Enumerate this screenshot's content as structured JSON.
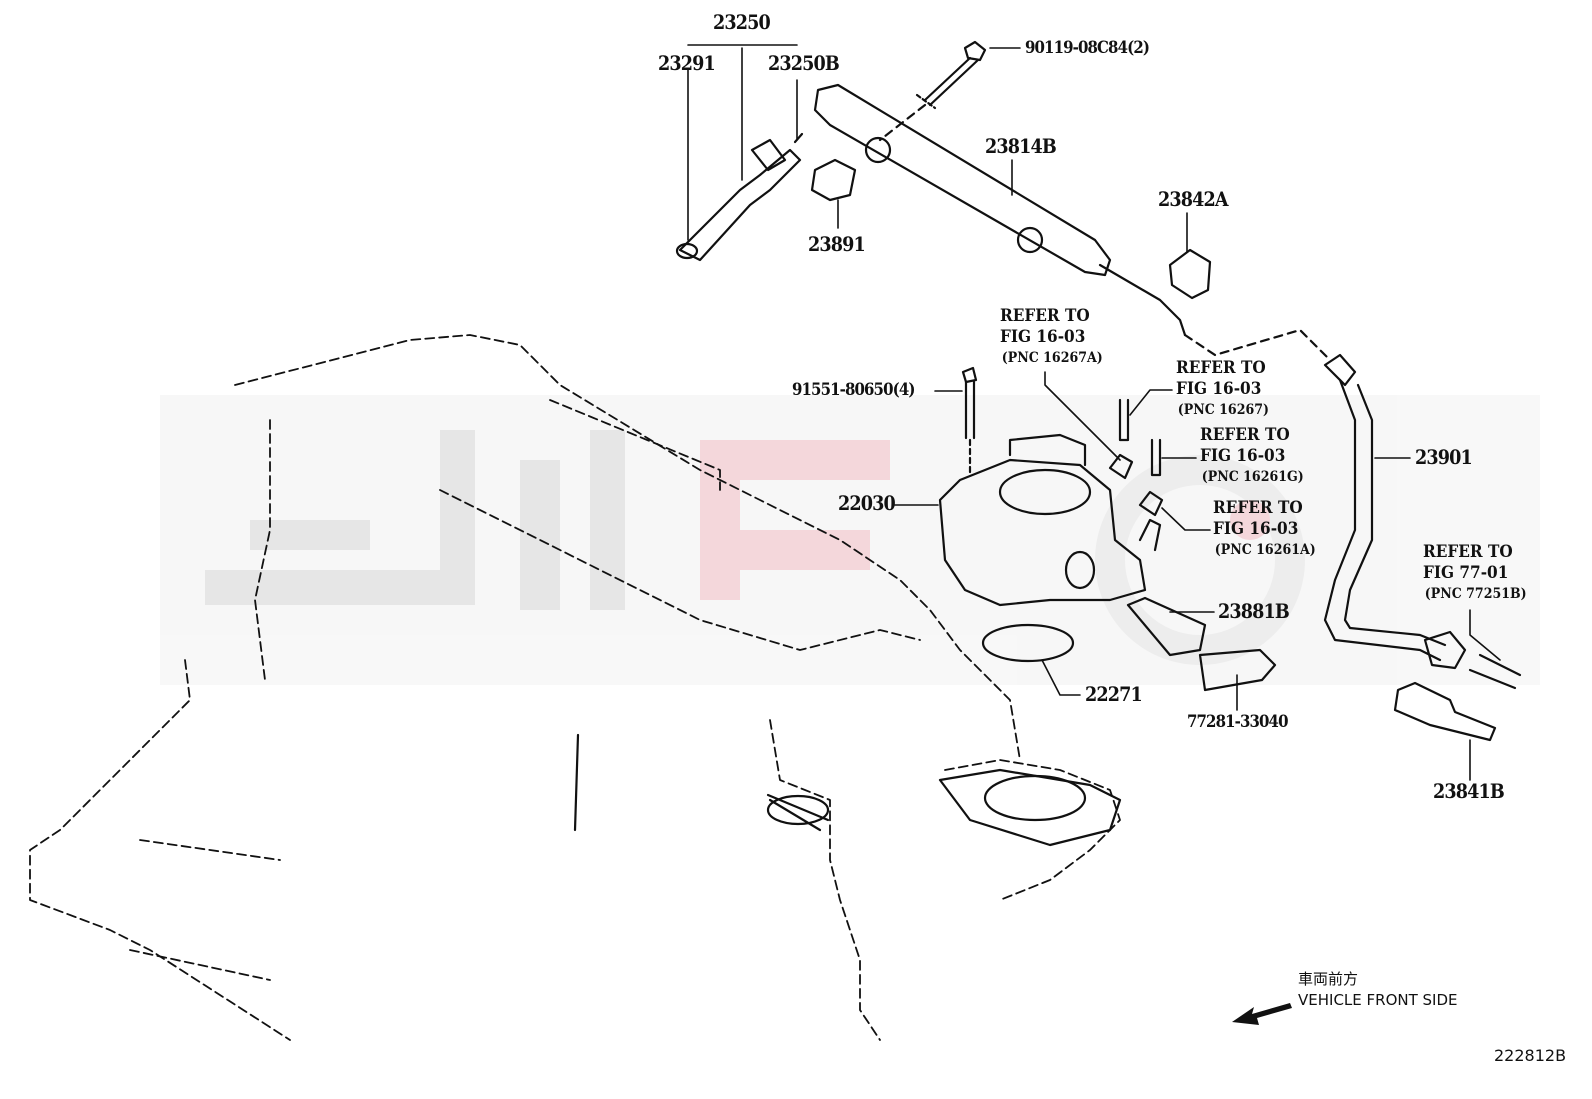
{
  "parts": {
    "p23250": "23250",
    "p23291": "23291",
    "p23250B": "23250B",
    "p90119": "90119-08C84(2)",
    "p23814B": "23814B",
    "p23842A": "23842A",
    "p23891": "23891",
    "p91551": "91551-80650(4)",
    "p23901": "23901",
    "p22030": "22030",
    "p23881B": "23881B",
    "p22271": "22271",
    "p77281": "77281-33040",
    "p23841B": "23841B"
  },
  "references": [
    {
      "line1": "REFER TO",
      "line2": "FIG 16-03",
      "pnc": "(PNC 16267A)"
    },
    {
      "line1": "REFER TO",
      "line2": "FIG 16-03",
      "pnc": "(PNC 16267)"
    },
    {
      "line1": "REFER TO",
      "line2": "FIG 16-03",
      "pnc": "(PNC 16261G)"
    },
    {
      "line1": "REFER TO",
      "line2": "FIG 16-03",
      "pnc": "(PNC 16261A)"
    },
    {
      "line1": "REFER TO",
      "line2": "FIG 77-01",
      "pnc": "(PNC 77251B)"
    }
  ],
  "direction": {
    "jp": "車両前方",
    "en": "VEHICLE FRONT SIDE"
  },
  "figure_id": "222812B",
  "colors": {
    "ink": "#111111",
    "watermark_grey": "#e6e6e6",
    "watermark_red": "#f5d5da"
  }
}
